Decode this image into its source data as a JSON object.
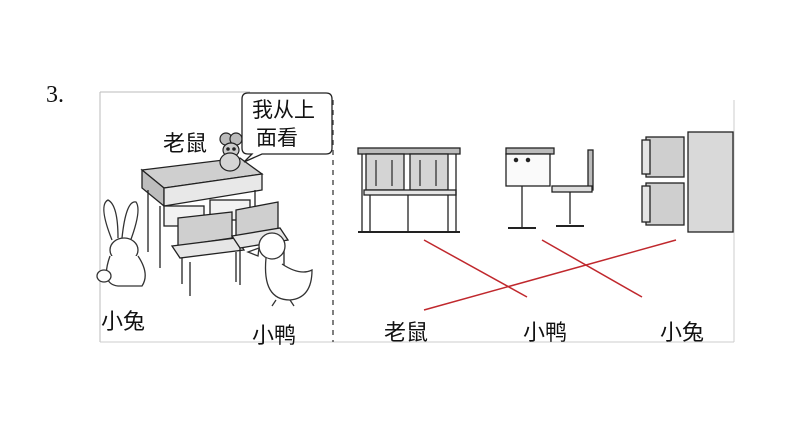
{
  "question": {
    "number": "3."
  },
  "scene": {
    "labels": {
      "mouse": "老鼠",
      "rabbit": "小兔",
      "duck": "小鸭"
    },
    "speech_bubble": {
      "line1": "我从上",
      "line2": "面看"
    }
  },
  "views": {
    "answer_labels": [
      "老鼠",
      "小鸭",
      "小兔"
    ],
    "matching": [
      {
        "view": "front-view",
        "label": "小鸭"
      },
      {
        "view": "side-view",
        "label": "小兔"
      },
      {
        "view": "top-view",
        "label": "老鼠"
      }
    ]
  },
  "colors": {
    "answer_line": "#c0282d",
    "furniture_fill": "#d9d9d9",
    "outline": "#222222"
  }
}
